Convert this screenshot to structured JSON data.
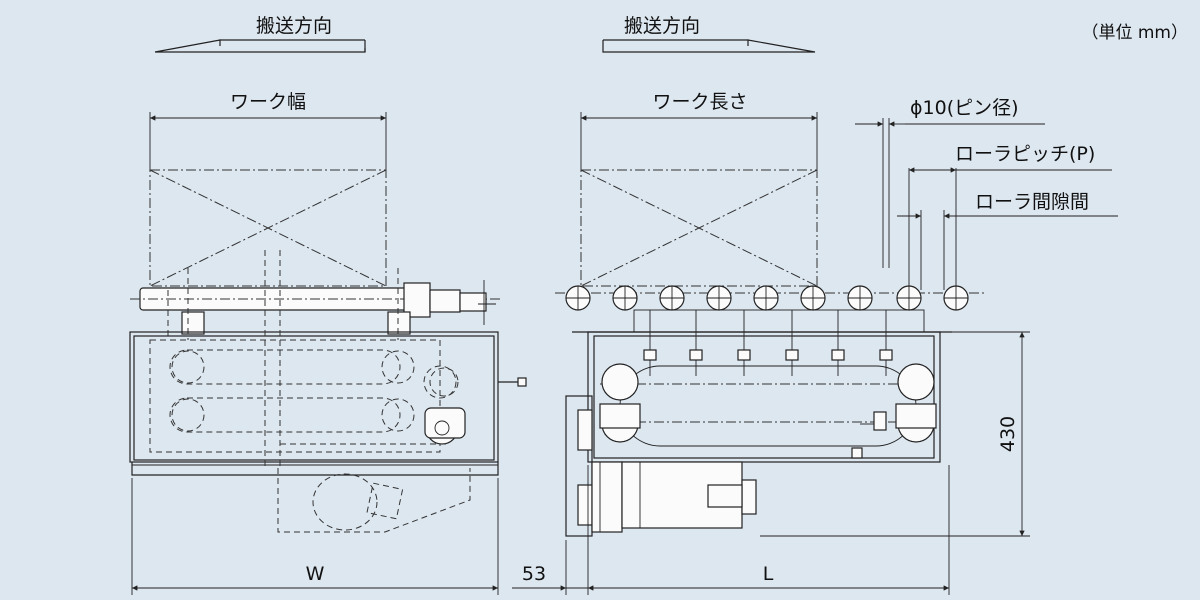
{
  "drawing": {
    "unit_label": "（単位 mm）",
    "left_view": {
      "direction_label": "搬送方向",
      "work_width_label": "ワーク幅",
      "width_dim_label": "W"
    },
    "right_view": {
      "direction_label": "搬送方向",
      "work_length_label": "ワーク長さ",
      "pin_label": "ϕ10(ピン径)",
      "pitch_label": "ローラピッチ(P)",
      "gap_label": "ローラ間隙間",
      "offset_dim_label": "53",
      "length_dim_label": "L",
      "height_dim_label": "430"
    }
  }
}
